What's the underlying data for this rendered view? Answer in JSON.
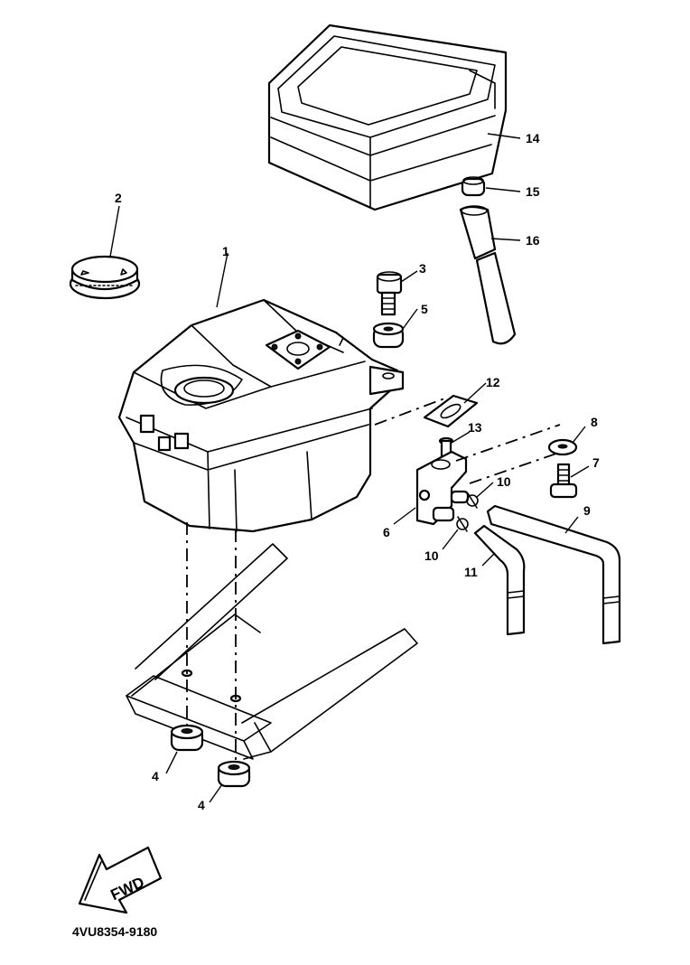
{
  "diagram_code": "4VU8354-9180",
  "fwd_arrow": {
    "text": "FWD"
  },
  "callouts": {
    "c1": "1",
    "c2": "2",
    "c3": "3",
    "c4a": "4",
    "c4b": "4",
    "c5": "5",
    "c6": "6",
    "c7": "7",
    "c8": "8",
    "c9": "9",
    "c10a": "10",
    "c10b": "10",
    "c11": "11",
    "c12": "12",
    "c13": "13",
    "c14": "14",
    "c15": "15",
    "c16": "16"
  },
  "parts": [
    {
      "ref": "1",
      "name": "fuel-tank"
    },
    {
      "ref": "2",
      "name": "fuel-cap"
    },
    {
      "ref": "3",
      "name": "bolt"
    },
    {
      "ref": "4",
      "name": "damper"
    },
    {
      "ref": "5",
      "name": "damper"
    },
    {
      "ref": "6",
      "name": "fuel-cock"
    },
    {
      "ref": "7",
      "name": "bolt"
    },
    {
      "ref": "8",
      "name": "washer"
    },
    {
      "ref": "9",
      "name": "hose"
    },
    {
      "ref": "10",
      "name": "clip"
    },
    {
      "ref": "11",
      "name": "hose"
    },
    {
      "ref": "12",
      "name": "gasket"
    },
    {
      "ref": "13",
      "name": "screw"
    },
    {
      "ref": "14",
      "name": "cover"
    },
    {
      "ref": "15",
      "name": "joint"
    },
    {
      "ref": "16",
      "name": "hose"
    }
  ]
}
